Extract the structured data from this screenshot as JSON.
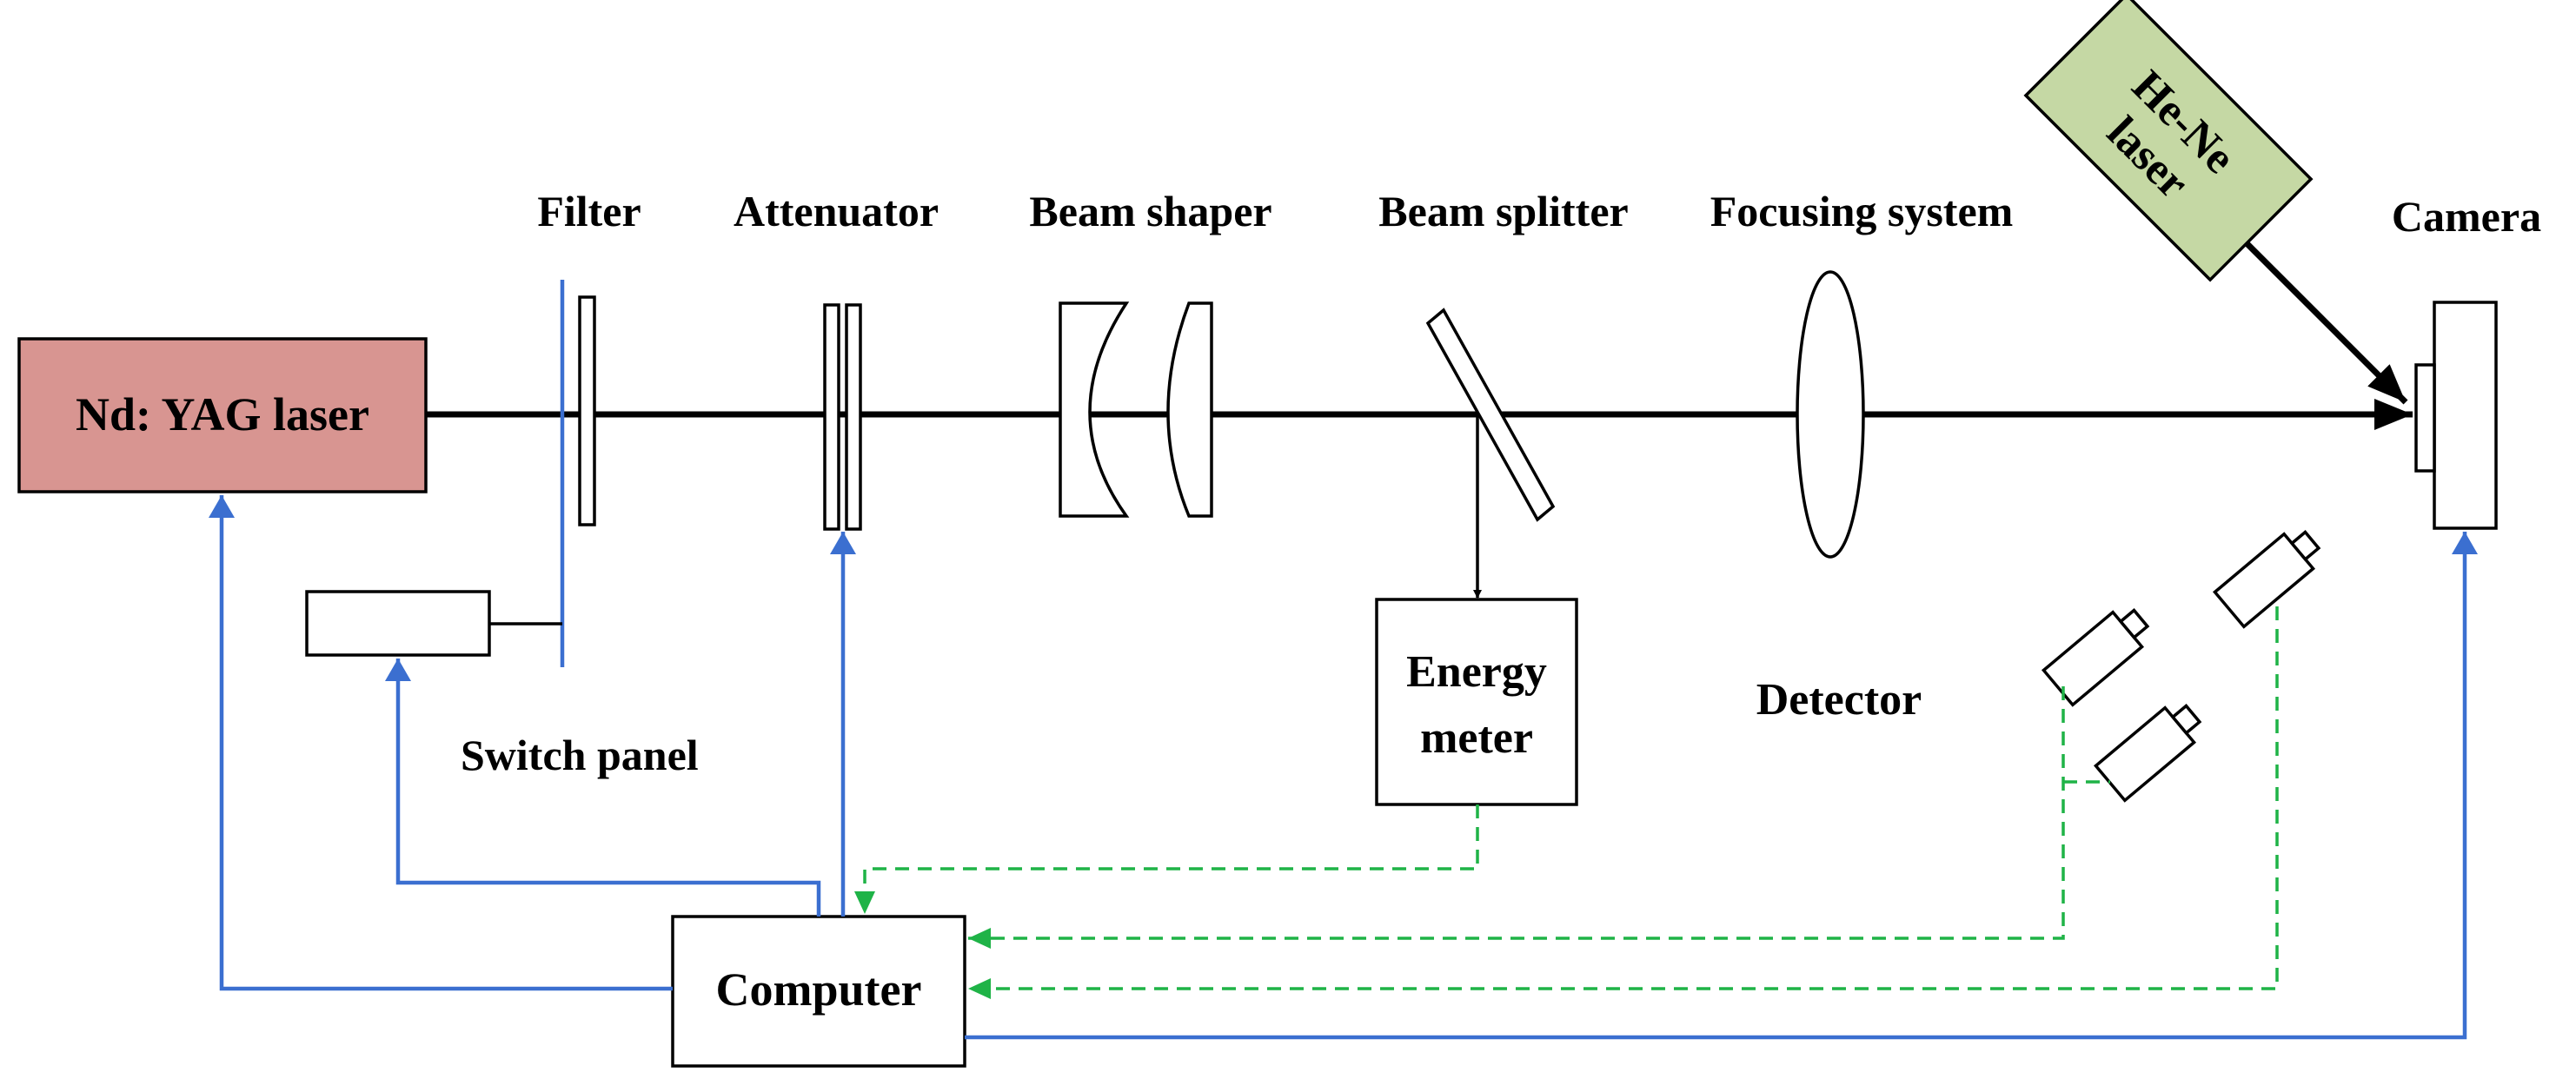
{
  "labels": {
    "nd_yag_laser": "Nd: YAG laser",
    "filter": "Filter",
    "attenuator": "Attenuator",
    "beam_shaper": "Beam shaper",
    "beam_splitter": "Beam splitter",
    "focusing_system": "Focusing system",
    "he_ne_line1": "He-Ne",
    "he_ne_line2": "laser",
    "camera": "Camera",
    "switch_panel": "Switch panel",
    "energy_meter_line1": "Energy",
    "energy_meter_line2": "meter",
    "detector": "Detector",
    "computer": "Computer"
  },
  "colors": {
    "nd_yag_fill": "#d89591",
    "he_ne_fill": "#c5d8a4",
    "control_line": "#3b6fd0",
    "signal_line": "#1fb347",
    "beam_line": "#000000"
  }
}
